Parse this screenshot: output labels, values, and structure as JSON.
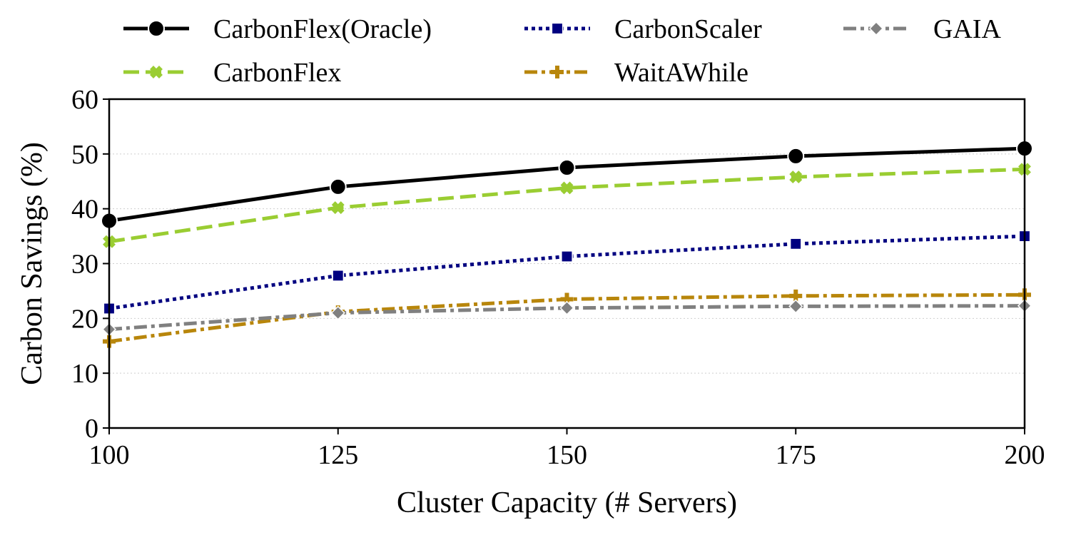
{
  "chart_data": {
    "type": "line",
    "xlabel": "Cluster Capacity (# Servers)",
    "ylabel": "Carbon Savings (%)",
    "x": [
      100,
      125,
      150,
      175,
      200
    ],
    "x_ticks": [
      "100",
      "125",
      "150",
      "175",
      "200"
    ],
    "xlim": [
      100,
      200
    ],
    "ylim": [
      0,
      60
    ],
    "y_ticks": [
      "0",
      "10",
      "20",
      "30",
      "40",
      "50",
      "60"
    ],
    "grid": "horizontal dotted",
    "legend_position": "top, above plot, 3 columns",
    "series": [
      {
        "name": "CarbonFlex(Oracle)",
        "values": [
          37.8,
          44.0,
          47.5,
          49.6,
          51.0
        ],
        "color": "#000000",
        "line_style": "solid",
        "marker": "circle"
      },
      {
        "name": "CarbonFlex",
        "values": [
          34.0,
          40.2,
          43.8,
          45.8,
          47.2
        ],
        "color": "#9acd32",
        "line_style": "dashed",
        "marker": "x"
      },
      {
        "name": "CarbonScaler",
        "values": [
          21.8,
          27.8,
          31.3,
          33.6,
          35.0
        ],
        "color": "#000080",
        "line_style": "dotted",
        "marker": "square"
      },
      {
        "name": "WaitAWhile",
        "values": [
          15.8,
          21.2,
          23.5,
          24.1,
          24.3
        ],
        "color": "#b8860b",
        "line_style": "dashdot",
        "marker": "plus"
      },
      {
        "name": "GAIA",
        "values": [
          18.0,
          21.0,
          21.9,
          22.2,
          22.3
        ],
        "color": "#808080",
        "line_style": "dashdot",
        "marker": "diamond"
      }
    ]
  }
}
